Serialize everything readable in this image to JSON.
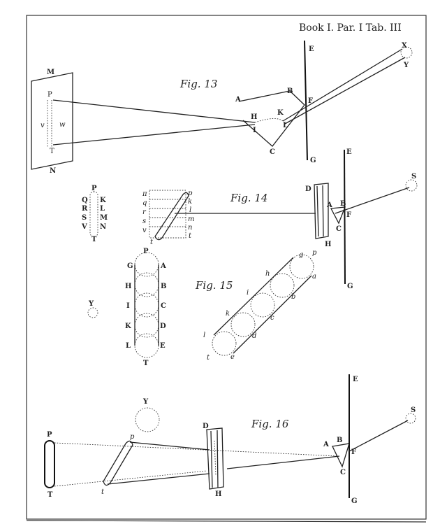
{
  "header": {
    "text": "Book I. Par. I Tab. III"
  },
  "fig13": {
    "title": "Fig. 13",
    "labels": {
      "M": "M",
      "N": "N",
      "P": "P",
      "T": "T",
      "v": "v",
      "w": "w",
      "A": "A",
      "B": "B",
      "H": "H",
      "K": "K",
      "I": "I",
      "L": "L",
      "C": "C",
      "E": "E",
      "F": "F",
      "G": "G",
      "X": "X",
      "Y": "Y"
    }
  },
  "fig14": {
    "title": "Fig. 14",
    "spectrum_left": [
      "P",
      "Q",
      "R",
      "S",
      "V",
      "T",
      "K",
      "L",
      "M",
      "N"
    ],
    "spectrum_mid": [
      "π",
      "q",
      "r",
      "s",
      "v",
      "t",
      "p",
      "k",
      "l",
      "m",
      "n",
      "t"
    ],
    "labels": {
      "D": "D",
      "H": "H",
      "A": "A",
      "B": "B",
      "C": "C",
      "E": "E",
      "F": "F",
      "G": "G",
      "S": "S"
    }
  },
  "fig15": {
    "title": "Fig. 15",
    "left_labels": [
      "P",
      "G",
      "H",
      "I",
      "K",
      "L",
      "T"
    ],
    "right_labels": [
      "A",
      "B",
      "C",
      "D",
      "E"
    ],
    "diag_upper": [
      "p",
      "a",
      "b",
      "c",
      "d",
      "e"
    ],
    "diag_lower": [
      "g",
      "h",
      "i",
      "k",
      "l",
      "t"
    ],
    "Y": "Y"
  },
  "fig16": {
    "title": "Fig. 16",
    "labels": {
      "P": "P",
      "T": "T",
      "p": "p",
      "t": "t",
      "Y": "Y",
      "D": "D",
      "H": "H",
      "A": "A",
      "B": "B",
      "C": "C",
      "E": "E",
      "F": "F",
      "G": "G",
      "S": "S"
    }
  }
}
